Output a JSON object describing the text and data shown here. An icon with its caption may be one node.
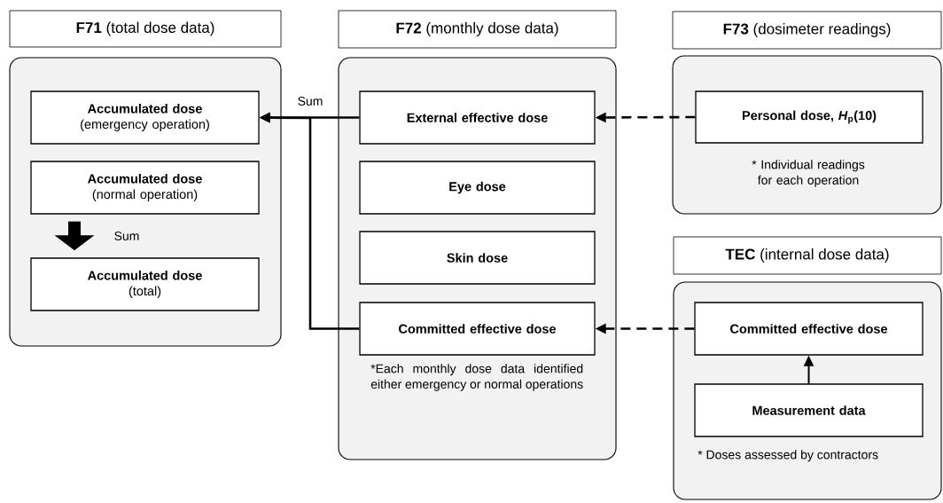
{
  "diagram": {
    "nodes": [
      {
        "text": [
          "**F71** (total dose data)"
        ]
      },
      {
        "text": [
          "Accumulated dose",
          "(emergency operation)"
        ],
        "in": 0
      },
      {
        "text": [
          "Accumulated dose",
          "(normal operation)"
        ],
        "in": 0
      },
      {
        "text": [
          "Accumulated dose",
          "(total)"
        ],
        "in": 0
      },
      {
        "text": [
          "**F72** (monthly dose data)",
          "*Each monthly dose data identified either emergency or normal operations"
        ]
      },
      {
        "text": [
          "External effective dose"
        ],
        "in": 4
      },
      {
        "text": [
          "Eye dose"
        ],
        "in": 4
      },
      {
        "text": [
          "Skin dose"
        ],
        "in": 4
      },
      {
        "text": [
          "Committed effective dose"
        ],
        "in": 4
      },
      {
        "text": [
          "**F73** (dosimeter readings)",
          "* Individual readings for each operation"
        ]
      },
      {
        "text": [
          "Personal dose, *H*$_{p}$(10)"
        ],
        "in": 9
      },
      {
        "text": [
          "**TEC** (internal dose data)",
          "* Doses assessed by contractors"
        ]
      },
      {
        "text": [
          "Committed effective dose"
        ],
        "in": 11
      },
      {
        "text": [
          "Measurement data"
        ],
        "in": 11
      }
    ],
    "edges": [
      {
        "from": 5,
        "to": 1,
        "arrow": "to",
        "label": "Sum"
      },
      {
        "from": 8,
        "to": 1,
        "arrow": "to"
      },
      {
        "from": 2,
        "to": 3,
        "arrow": "to",
        "label": "Sum",
        "style": "thick"
      },
      {
        "from": 10,
        "to": 5,
        "arrow": "to",
        "style": "dashed"
      },
      {
        "from": 12,
        "to": 8,
        "arrow": "to",
        "style": "dashed"
      },
      {
        "from": 13,
        "to": 12,
        "arrow": "to"
      }
    ]
  }
}
